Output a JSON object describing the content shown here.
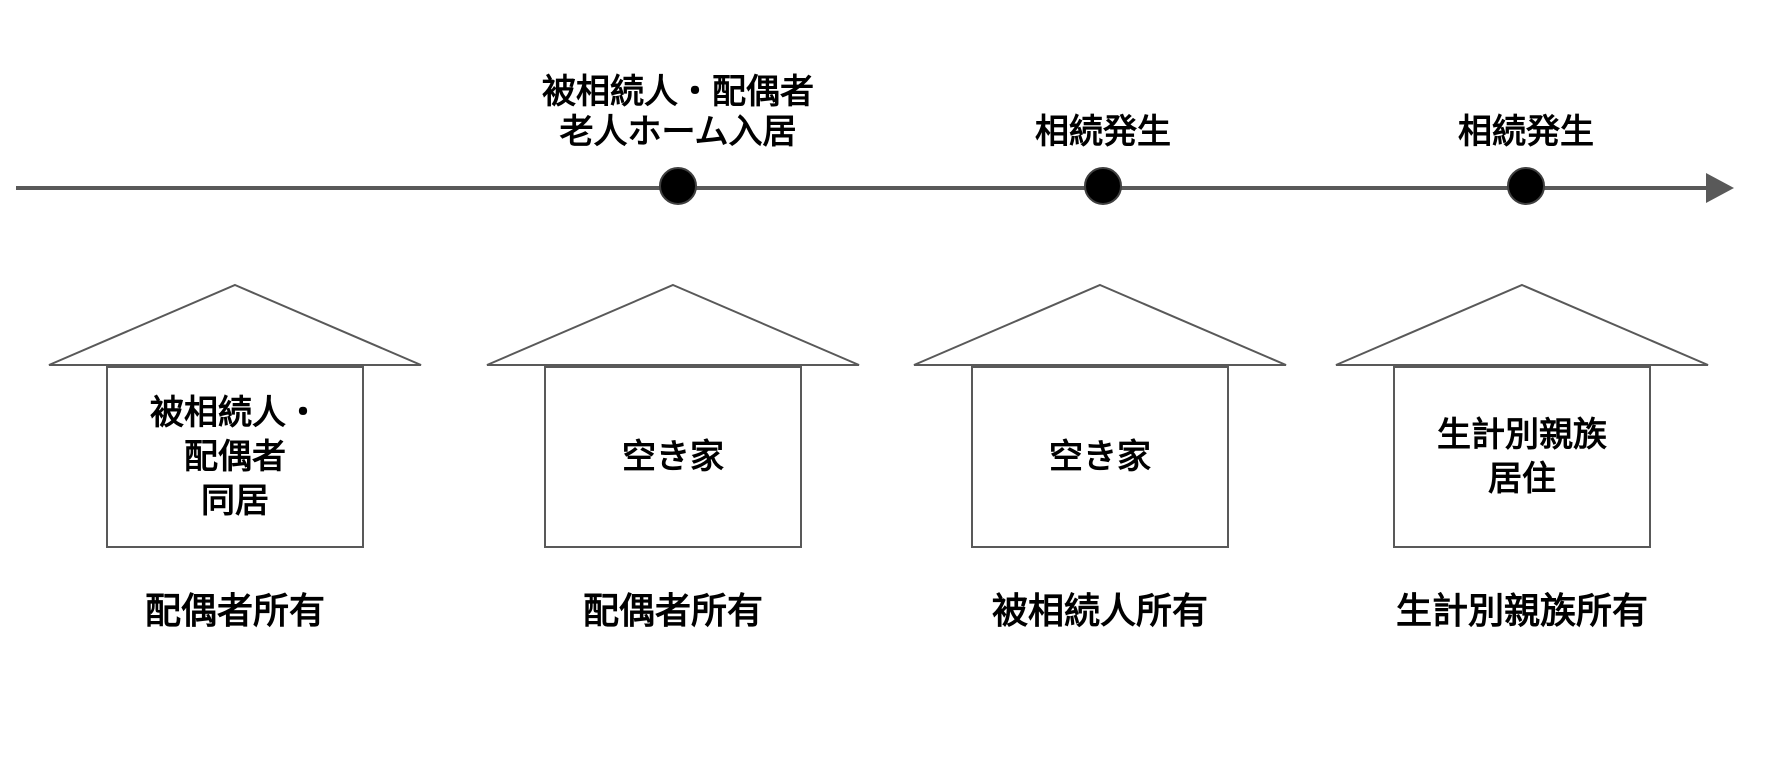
{
  "colors": {
    "background": "#ffffff",
    "timeline_line": "#595959",
    "house_outline": "#595959",
    "event_dot": "#000000",
    "text": "#000000"
  },
  "timeline": {
    "events": [
      {
        "label": "被相続人・配偶者\n老人ホーム入居"
      },
      {
        "label": "相続発生"
      },
      {
        "label": "相続発生"
      }
    ]
  },
  "houses": [
    {
      "occupancy": "被相続人・\n配偶者\n同居",
      "ownership": "配偶者所有"
    },
    {
      "occupancy": "空き家",
      "ownership": "配偶者所有"
    },
    {
      "occupancy": "空き家",
      "ownership": "被相続人所有"
    },
    {
      "occupancy": "生計別親族\n居住",
      "ownership": "生計別親族所有"
    }
  ]
}
